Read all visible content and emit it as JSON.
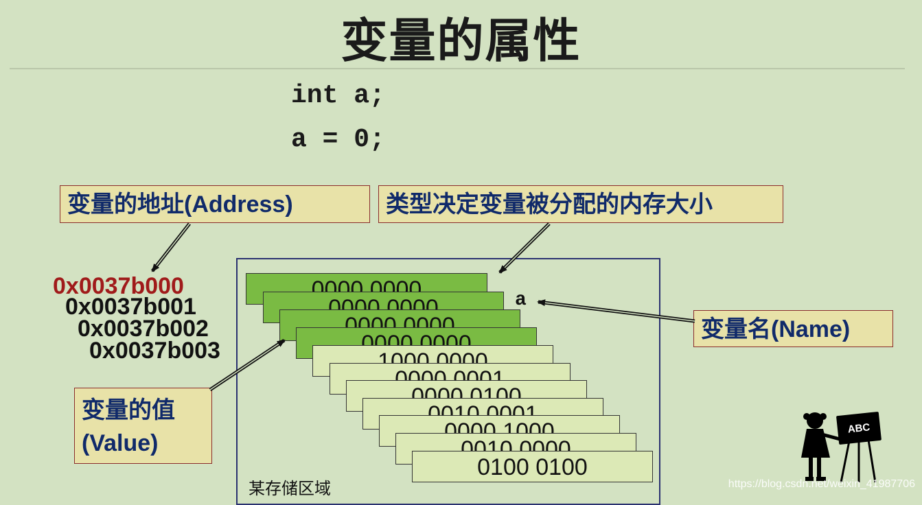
{
  "title": "变量的属性",
  "code": [
    "int a;",
    "a = 0;"
  ],
  "labels": {
    "address": "变量的地址(Address)",
    "type_size": "类型决定变量被分配的内存大小",
    "name": "变量名(Name)",
    "value_line1": "变量的值",
    "value_line2": "(Value)"
  },
  "addresses": [
    "0x0037b000",
    "0x0037b001",
    "0x0037b002",
    "0x0037b003"
  ],
  "var_name": "a",
  "bytes": [
    "0000 0000",
    "0000 0000",
    "0000 0000",
    "0000 0000",
    "1000 0000",
    "0000 0001",
    "0000 0100",
    "0010 0001",
    "0000 1000",
    "0010 0000",
    "0100 0100"
  ],
  "region_label": "某存储区域",
  "watermark": "https://blog.csdn.net/weixin_41987706",
  "colors": {
    "background": "#d3e2c2",
    "label_box": "#e8e2a8",
    "label_text": "#102a6a",
    "highlight_address": "#a01a1a",
    "byte_allocated": "#7abb43",
    "byte_other": "#dce9b6",
    "region_border": "#2a3170"
  }
}
